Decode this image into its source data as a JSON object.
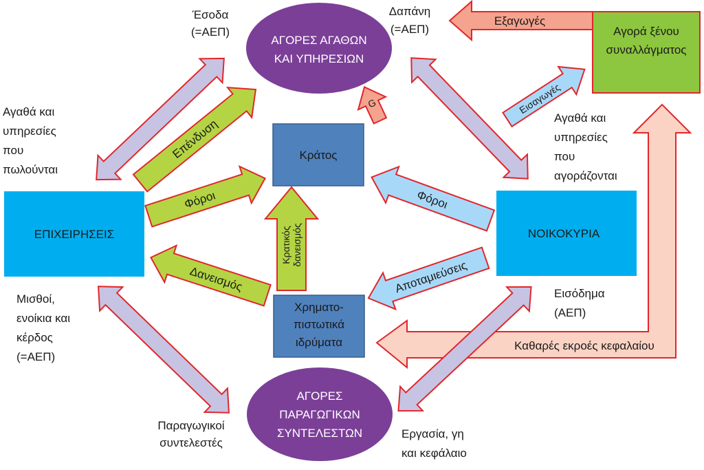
{
  "nodes": {
    "goods_market": [
      "ΑΓΟΡΕΣ ΑΓΑΘΩΝ",
      "ΚΑΙ ΥΠΗΡΕΣΙΩΝ"
    ],
    "factor_market": [
      "ΑΓΟΡΕΣ",
      "ΠΑΡΑΓΩΓΙΚΩΝ",
      "ΣΥΝΤΕΛΕΣΤΩΝ"
    ],
    "firms": "ΕΠΙΧΕΙΡΗΣΕΙΣ",
    "households": "ΝΟΙΚΟΚΥΡΙΑ",
    "government": "Κράτος",
    "financial_institutions": [
      "Χρηματο-",
      "πιστωτικά",
      "ιδρύματα"
    ],
    "fx_market": [
      "Αγορά ξένου",
      "συναλλάγματος"
    ]
  },
  "arrow_labels": {
    "exports": "Εξαγωγές",
    "imports": "Εισαγωγές",
    "investment": "Επένδυση",
    "taxes_firms": "Φόροι",
    "taxes_households": "Φόροι",
    "borrowing": "Δανεισμός",
    "gov_borrowing": [
      "Κρατικός",
      "δανεισμός"
    ],
    "savings": "Αποταμιεύσεις",
    "net_capital_outflow": "Καθαρές εκροές κεφαλαίου",
    "gov_spending": "G"
  },
  "labels": {
    "revenue": [
      "Έσοδα",
      "(=ΑΕΠ)"
    ],
    "spending": [
      "Δαπάνη",
      "(=ΑΕΠ)"
    ],
    "goods_sold": [
      "Αγαθά και",
      "υπηρεσίες",
      "που",
      "πωλούνται"
    ],
    "goods_bought": [
      "Αγαθά και",
      "υπηρεσίες",
      "που",
      "αγοράζονται"
    ],
    "wages": [
      "Μισθοί,",
      "ενοίκια και",
      "κέρδος",
      "(=ΑΕΠ)"
    ],
    "income": [
      "Εισόδημα",
      "(ΑΕΠ)"
    ],
    "factors": [
      "Παραγωγικοί",
      "συντελεστές"
    ],
    "labour": [
      "Εργασία, γη",
      "και κεφάλαιο"
    ]
  },
  "colors": {
    "purple": "#7b3f98",
    "blue_box": "#00aeef",
    "gov_box": "#4f81bd",
    "green_box": "#8dc63f",
    "arrow_lavender": "#c7c3e3",
    "arrow_green": "#b4d444",
    "arrow_lightblue": "#a8d8f8",
    "arrow_salmon": "#f4a38e",
    "arrow_peach": "#fbd3c4",
    "stroke_red": "#e0262b"
  }
}
